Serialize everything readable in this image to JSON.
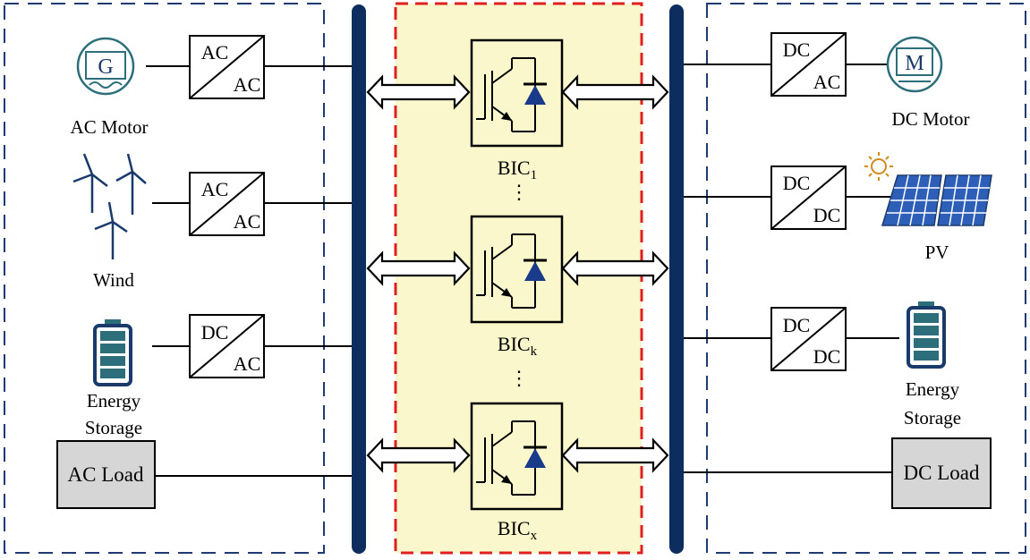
{
  "colors": {
    "bus": "#0d2d5e",
    "outline_left_right": "#1f3a70",
    "center_fill": "#fbf7cc",
    "center_border": "#e02020",
    "load_fill": "#d6d6d6",
    "icon_teal": "#2c6f7a",
    "icon_navy": "#1a3a6b",
    "pv_blue": "#2e5fb8"
  },
  "ac_side": {
    "ac_motor": {
      "symbol": "G",
      "label": "AC Motor",
      "converter": {
        "top": "AC",
        "bottom": "AC"
      }
    },
    "wind": {
      "label": "Wind",
      "converter": {
        "top": "AC",
        "bottom": "AC"
      }
    },
    "storage": {
      "label_line1": "Energy",
      "label_line2": "Storage",
      "converter": {
        "top": "DC",
        "bottom": "AC"
      }
    },
    "load": {
      "label": "AC Load"
    }
  },
  "dc_side": {
    "dc_motor": {
      "symbol": "M",
      "label": "DC Motor",
      "converter": {
        "top": "DC",
        "bottom": "AC"
      }
    },
    "pv": {
      "label": "PV",
      "converter": {
        "top": "DC",
        "bottom": "DC"
      }
    },
    "storage": {
      "label_line1": "Energy",
      "label_line2": "Storage",
      "converter": {
        "top": "DC",
        "bottom": "DC"
      }
    },
    "load": {
      "label": "DC Load"
    }
  },
  "bics": [
    {
      "name": "BIC",
      "sub": "1"
    },
    {
      "name": "BIC",
      "sub": "k"
    },
    {
      "name": "BIC",
      "sub": "x"
    }
  ],
  "ellipsis": "⋮"
}
